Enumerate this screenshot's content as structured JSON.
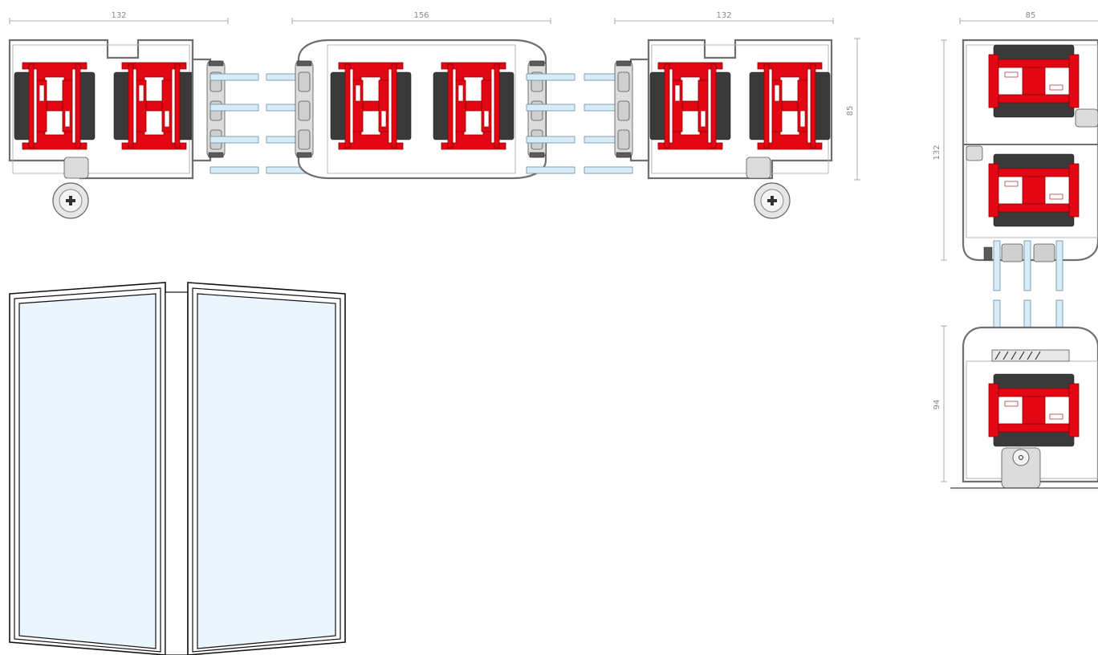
{
  "dimensions": {
    "plan": {
      "left_width": "132",
      "center_width": "156",
      "right_width": "132",
      "depth": "85"
    },
    "section": {
      "depth": "85",
      "upper_height": "132",
      "lower_height": "94"
    }
  },
  "colors": {
    "thermal_break_red": "#e30613",
    "insulation_dark": "#3a3a3a",
    "glass_blue": "#d7ecf7",
    "frame_grey": "#6f6f6f"
  }
}
